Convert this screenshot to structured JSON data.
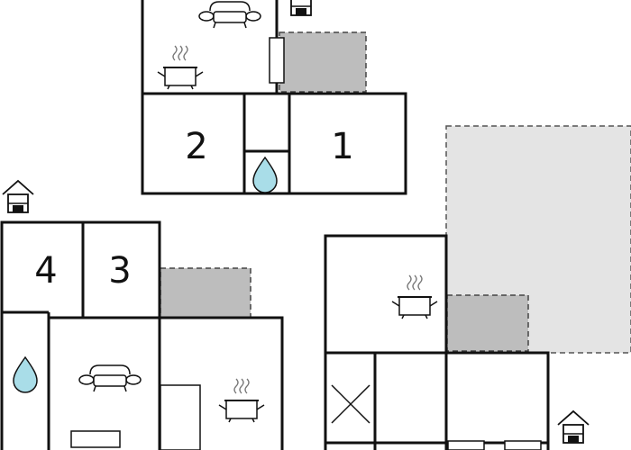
{
  "colors": {
    "wall": "#111111",
    "terrace": "#bdbdbd",
    "garden": "#e4e4e4",
    "water": "#a9dde8",
    "background": "#ffffff"
  },
  "room_labels": {
    "upper_2": "2",
    "upper_1": "1",
    "lower_4": "4",
    "lower_3": "3"
  },
  "icons": [
    "sofa-icon",
    "cooking-pot-icon",
    "water-drop-icon",
    "house-entrance-icon",
    "window-marker-icon",
    "crossed-void-icon"
  ]
}
